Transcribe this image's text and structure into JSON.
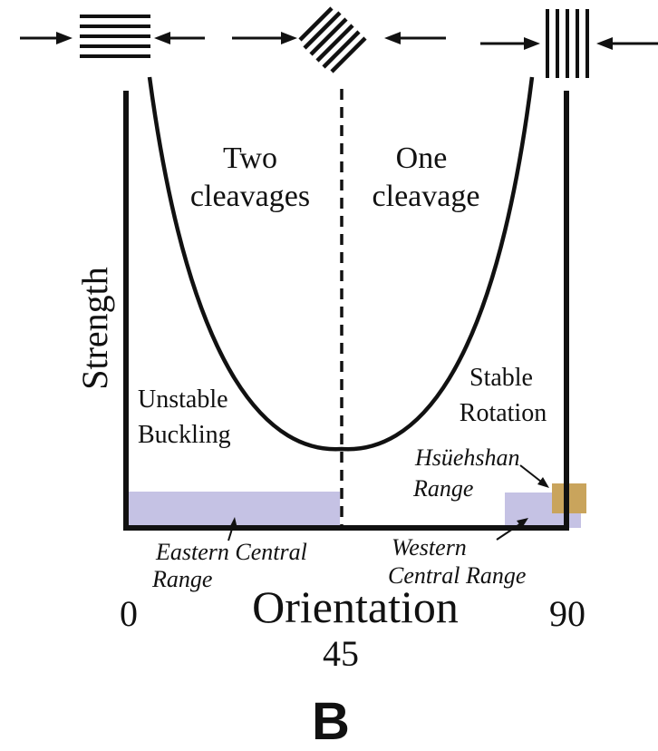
{
  "figure": {
    "panel_label": "B",
    "y_axis_label": "Strength",
    "x_axis_label": "Orientation",
    "x_ticks": {
      "left": "0",
      "middle": "45",
      "right": "90"
    },
    "regions": {
      "left_top": [
        "Two",
        "cleavages"
      ],
      "right_top": [
        "One",
        "cleavage"
      ],
      "left_bottom": [
        "Unstable",
        "Buckling"
      ],
      "right_bottom": [
        "Stable",
        "Rotation"
      ]
    },
    "ranges": {
      "eastern": [
        "Eastern Central",
        "Range"
      ],
      "western": [
        "Western",
        "Central Range"
      ],
      "hsuehshan": [
        "Hsüehshan",
        "Range"
      ]
    },
    "colors": {
      "range_band": "#c5c2e4",
      "hsuehshan_box": "#c9a45c",
      "line": "#111111"
    },
    "icons": {
      "left": "horizontal-layers-compression-icon",
      "middle": "diagonal-layers-compression-icon",
      "right": "vertical-layers-compression-icon"
    }
  }
}
